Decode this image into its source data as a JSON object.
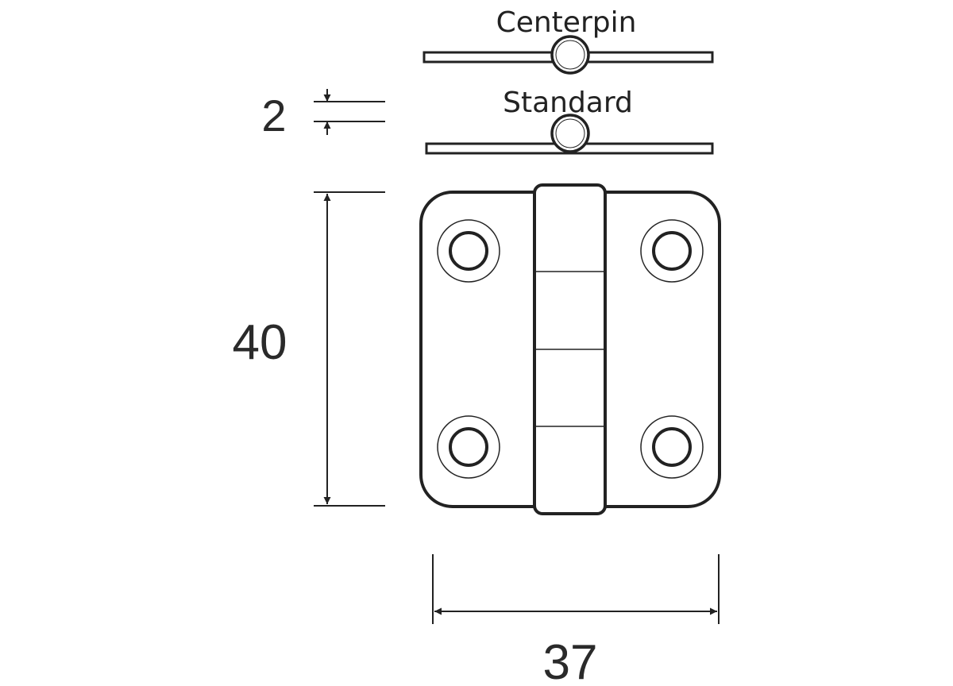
{
  "labels": {
    "centerpin": "Centerpin",
    "standard": "Standard"
  },
  "dimensions": {
    "thickness": "2",
    "height": "40",
    "width": "37"
  },
  "colors": {
    "line": "#222222",
    "background": "#ffffff"
  }
}
